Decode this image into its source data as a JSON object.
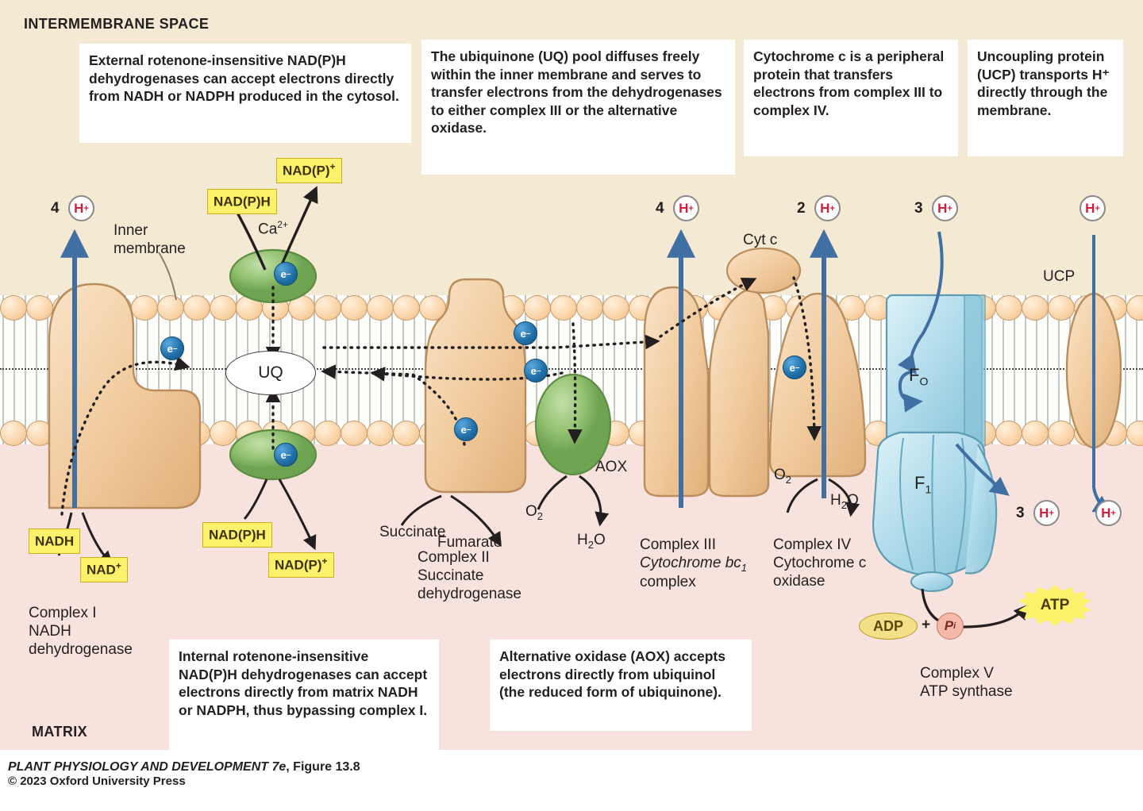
{
  "figure": {
    "compartments": {
      "top": "INTERMEMBRANE SPACE",
      "bottom": "MATRIX"
    },
    "inner_membrane_label": "Inner\nmembrane"
  },
  "callouts": [
    {
      "id": "external-ndh",
      "text": "External rotenone-insensitive NAD(P)H dehydrogenases can accept electrons directly from NADH or NADPH produced in the cytosol."
    },
    {
      "id": "uq-pool",
      "text": "The ubiquinone (UQ) pool diffuses freely within the inner membrane and serves to transfer electrons from the dehydrogenases to either complex III or the alternative oxidase."
    },
    {
      "id": "cytochrome-c",
      "text": "Cytochrome c is a peripheral protein that transfers electrons from complex III to complex IV."
    },
    {
      "id": "ucp",
      "text": "Uncoupling protein (UCP) transports H⁺ directly through the membrane."
    },
    {
      "id": "internal-ndh",
      "text": "Internal rotenone-insensitive NAD(P)H dehydrogenases can accept electrons directly from matrix NADH or NADPH, thus bypassing complex I."
    },
    {
      "id": "aox",
      "text": "Alternative oxidase (AOX) accepts electrons directly from ubiquinol (the reduced form of ubiquinone)."
    }
  ],
  "complexes": [
    {
      "id": "complex-i",
      "name": "Complex I",
      "subtitle": "NADH\ndehydrogenase"
    },
    {
      "id": "complex-ii",
      "name": "Complex II",
      "subtitle": "Succinate\ndehydrogenase"
    },
    {
      "id": "complex-iii",
      "name": "Complex III",
      "subtitle": "Cytochrome bc₁\ncomplex"
    },
    {
      "id": "complex-iv",
      "name": "Complex IV",
      "subtitle": "Cytochrome c\noxidase"
    },
    {
      "id": "complex-v",
      "name": "Complex V",
      "subtitle": "ATP synthase"
    }
  ],
  "complex_labels": {
    "i_name": "Complex I",
    "i_l1": "NADH",
    "i_l2": "dehydrogenase",
    "ii_name": "Complex II",
    "ii_l1": "Succinate",
    "ii_l2": "dehydrogenase",
    "iii_name": "Complex III",
    "iii_l1": "Cytochrome bc",
    "iii_sub": "1",
    "iii_l2": "complex",
    "iv_name": "Complex IV",
    "iv_l1": "Cytochrome c",
    "iv_l2": "oxidase",
    "v_name": "Complex V",
    "v_l1": "ATP synthase"
  },
  "proton_sites": [
    {
      "id": "complex-i-out",
      "count": "4",
      "ion": "H"
    },
    {
      "id": "complex-iii-out",
      "count": "4",
      "ion": "H"
    },
    {
      "id": "complex-iv-out",
      "count": "2",
      "ion": "H"
    },
    {
      "id": "atp-synthase-in",
      "count": "3",
      "ion": "H"
    },
    {
      "id": "ucp-in",
      "count": "",
      "ion": "H"
    },
    {
      "id": "atp-synthase-matrix",
      "count": "3",
      "ion": "H"
    },
    {
      "id": "ucp-matrix",
      "count": "",
      "ion": "H"
    }
  ],
  "ion_glyph": {
    "symbol": "H",
    "charge": "+"
  },
  "electron_glyph": {
    "symbol": "e",
    "charge": "–"
  },
  "molecules": {
    "uq": "UQ",
    "cytc": "Cyt c",
    "aox": "AOX",
    "ucp": "UCP",
    "f0": "F",
    "f0_sub": "O",
    "f1": "F",
    "f1_sub": "1",
    "ca": "Ca",
    "ca_sup": "2+",
    "succinate": "Succinate",
    "fumarate": "Fumarate",
    "o2": "O",
    "o2_sub": "2",
    "h2o_a": "H",
    "h2o_sub": "2",
    "h2o_b": "O",
    "atp": "ATP",
    "adp": "ADP",
    "plus": "+",
    "pi": "P",
    "pi_sub": "i"
  },
  "nad_tags": [
    {
      "id": "nadph-external-in",
      "text": "NAD(P)H",
      "charge": ""
    },
    {
      "id": "nadp-external-out",
      "text": "NAD(P)",
      "charge": "+"
    },
    {
      "id": "nadh-matrix",
      "text": "NADH",
      "charge": ""
    },
    {
      "id": "nad-matrix",
      "text": "NAD",
      "charge": "+"
    },
    {
      "id": "nadph-internal-in",
      "text": "NAD(P)H",
      "charge": ""
    },
    {
      "id": "nadp-internal-out",
      "text": "NAD(P)",
      "charge": "+"
    }
  ],
  "credit": {
    "line1_italic": "PLANT PHYSIOLOGY AND DEVELOPMENT 7e",
    "line1_rest": ", Figure 13.8",
    "line2": "© 2023 Oxford University Press"
  },
  "colors": {
    "intermembrane_bg": "#f4ead4",
    "matrix_bg": "#f7e2de",
    "protein_tan": "#f0c99b",
    "protein_green": "#8fbf6d",
    "protein_blue": "#a9d8e8",
    "electron_blue": "#1f6fa8",
    "proton_red": "#cf1f3d",
    "nad_yellow": "#fbf16b",
    "arrow_blue": "#3f6fa3"
  }
}
